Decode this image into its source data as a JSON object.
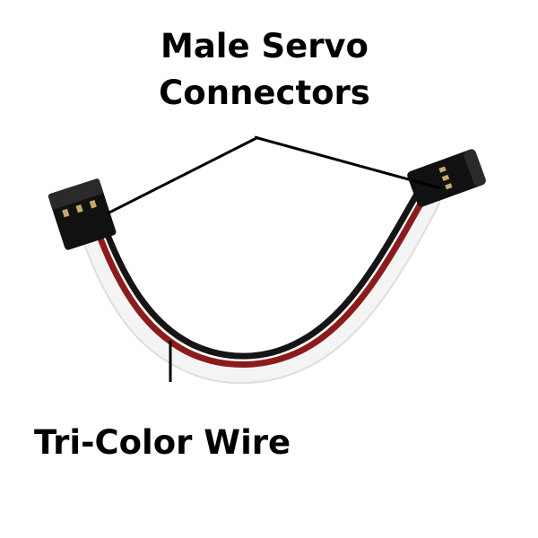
{
  "labels": {
    "connectors_line1": "Male Servo",
    "connectors_line2": "Connectors",
    "wire": "Tri-Color Wire"
  },
  "colors": {
    "connector": "#111111",
    "wire_white": "#e6e6e6",
    "wire_red": "#8c1c1c",
    "wire_black": "#151515",
    "pin": "#c9a96a"
  }
}
